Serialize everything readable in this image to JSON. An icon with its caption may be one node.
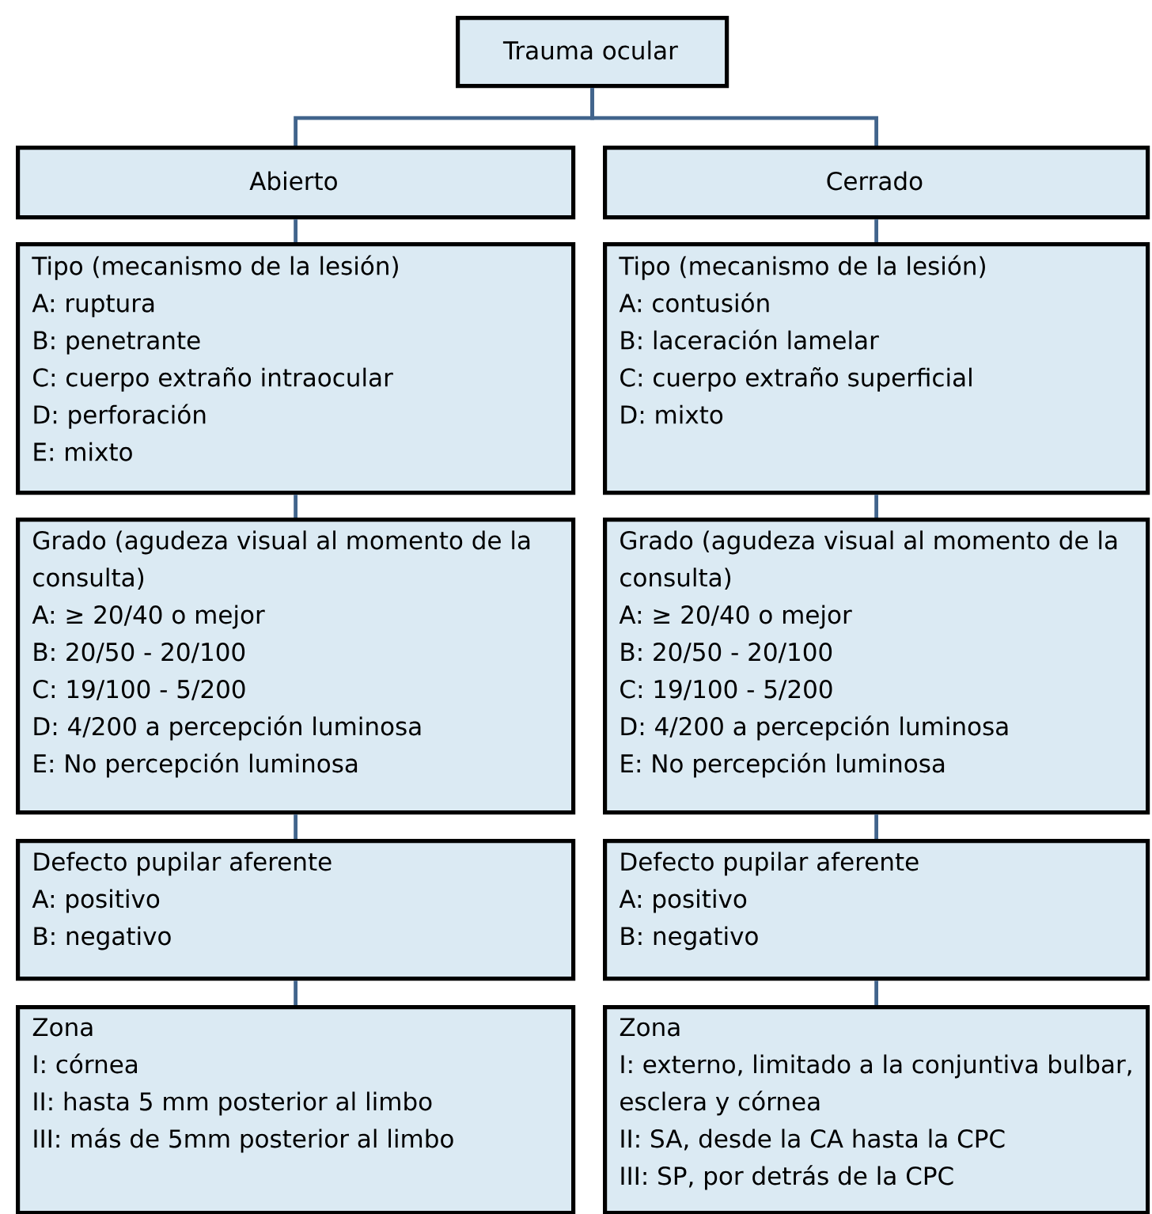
{
  "diagram": {
    "nodes": [
      {
        "text": [
          "Trauma ocular"
        ]
      },
      {
        "text": [
          "Abierto"
        ]
      },
      {
        "text": [
          "Cerrado"
        ]
      },
      {
        "text": [
          "Tipo (mecanismo de la lesión)",
          "A: ruptura",
          "B: penetrante",
          "C: cuerpo extraño intraocular",
          "D: perforación",
          "E: mixto"
        ]
      },
      {
        "text": [
          "Tipo (mecanismo de la lesión)",
          "A: contusión",
          "B: laceración lamelar",
          "C: cuerpo extraño superficial",
          "D: mixto"
        ]
      },
      {
        "text": [
          "Grado (agudeza visual al momento de la consulta)",
          "A: ≥ 20/40 o mejor",
          "B: 20/50 - 20/100",
          "C: 19/100 - 5/200",
          "D: 4/200 a percepción luminosa",
          "E: No percepción luminosa"
        ]
      },
      {
        "text": [
          "Grado (agudeza visual al momento de la consulta)",
          "A: ≥ 20/40 o mejor",
          "B: 20/50 - 20/100",
          "C: 19/100 - 5/200",
          "D: 4/200 a percepción luminosa",
          "E: No percepción luminosa"
        ]
      },
      {
        "text": [
          "Defecto pupilar aferente",
          "A: positivo",
          "B: negativo"
        ]
      },
      {
        "text": [
          "Defecto pupilar aferente",
          "A: positivo",
          "B: negativo"
        ]
      },
      {
        "text": [
          "Zona",
          "I: córnea",
          "II: hasta 5 mm posterior al limbo",
          "III: más de 5mm posterior al limbo"
        ]
      },
      {
        "text": [
          "Zona",
          "I: externo, limitado a la conjuntiva bulbar, esclera y córnea",
          "II: SA, desde la CA hasta la CPC",
          "III: SP, por detrás de la CPC"
        ]
      }
    ],
    "edges": [
      {
        "from": 0,
        "to": 1,
        "arrow": "none"
      },
      {
        "from": 0,
        "to": 2,
        "arrow": "none"
      },
      {
        "from": 1,
        "to": 3,
        "arrow": "none"
      },
      {
        "from": 2,
        "to": 4,
        "arrow": "none"
      },
      {
        "from": 3,
        "to": 5,
        "arrow": "none"
      },
      {
        "from": 4,
        "to": 6,
        "arrow": "none"
      },
      {
        "from": 5,
        "to": 7,
        "arrow": "none"
      },
      {
        "from": 6,
        "to": 8,
        "arrow": "none"
      },
      {
        "from": 7,
        "to": 9,
        "arrow": "none"
      },
      {
        "from": 8,
        "to": 10,
        "arrow": "none"
      }
    ]
  }
}
